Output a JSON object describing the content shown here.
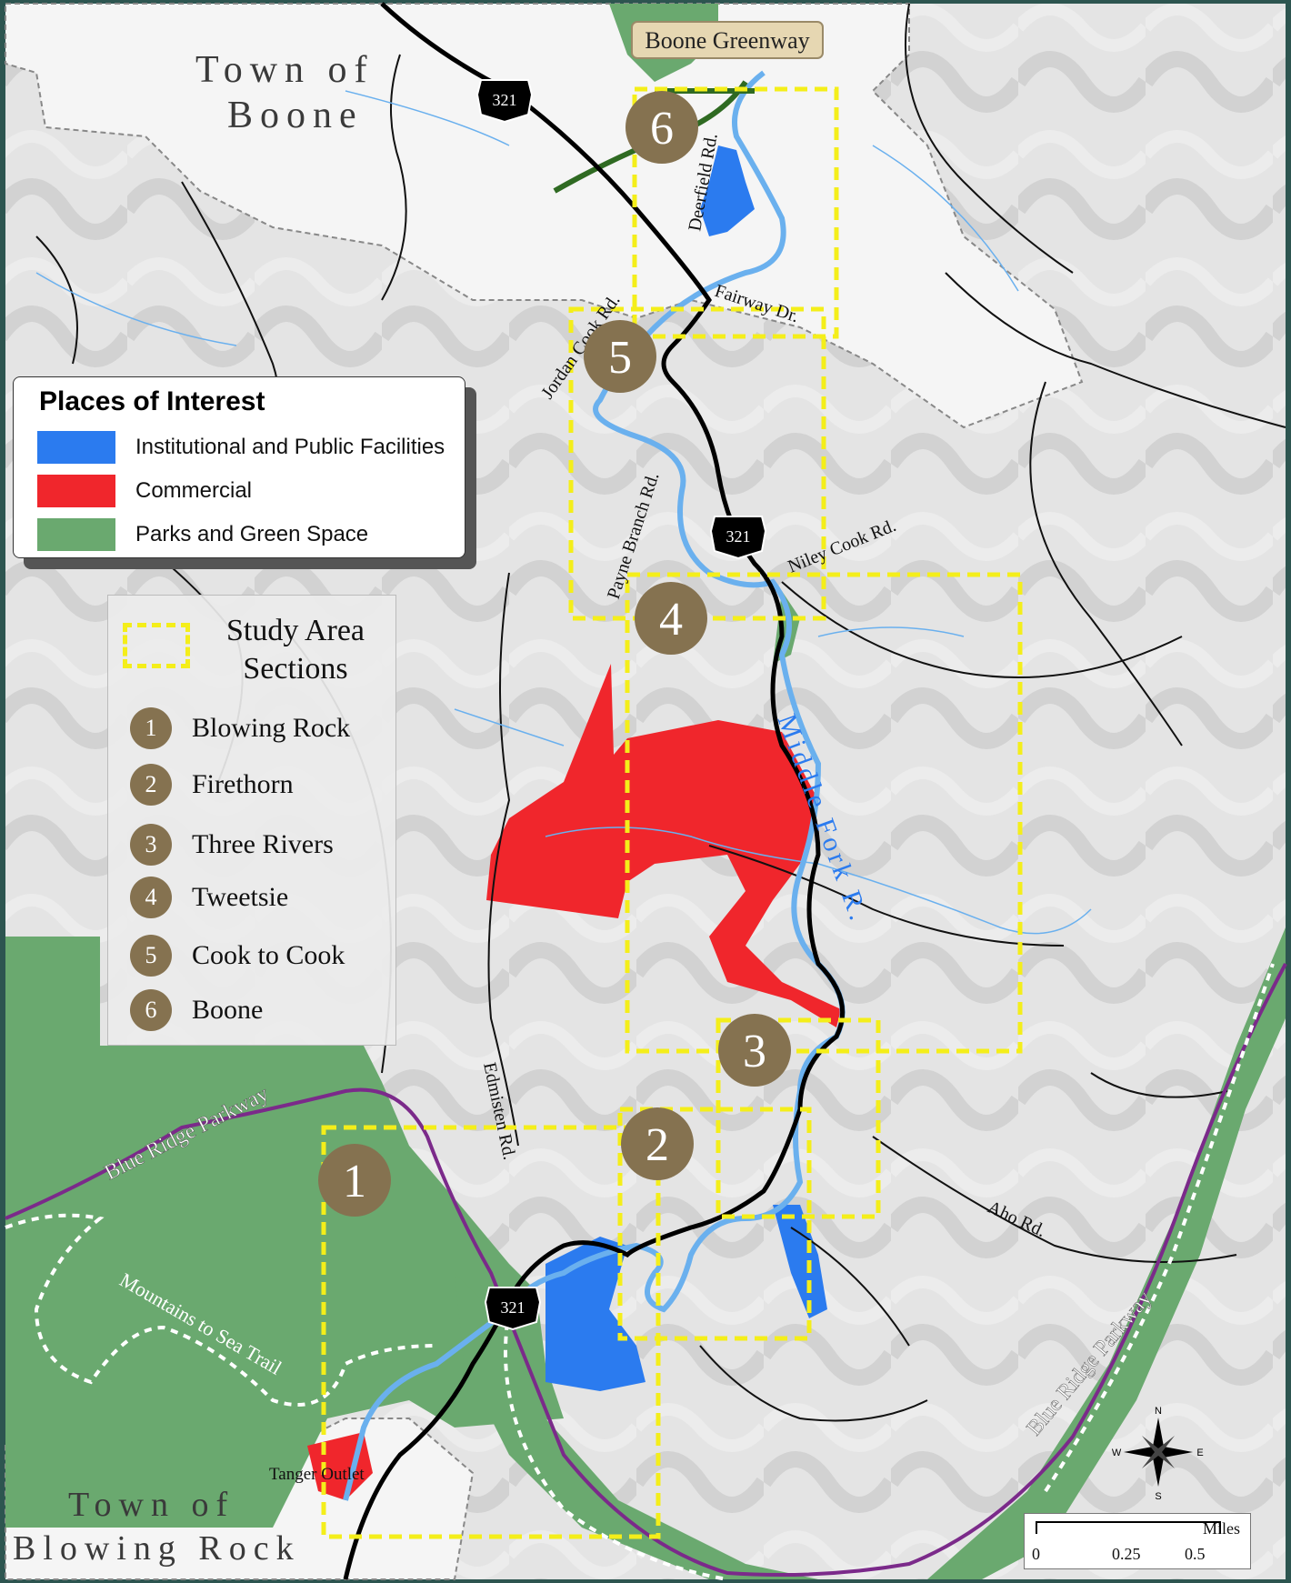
{
  "map": {
    "towns": {
      "boone_line1": "Town of",
      "boone_line2": "Boone",
      "blowing_line1": "Town of",
      "blowing_line2": "Blowing Rock"
    },
    "badges": {
      "greenway": "Boone Greenway"
    },
    "roads": {
      "deerfield": "Deerfield Rd.",
      "jordan_cook": "Jordan Cook Rd.",
      "fairway": "Fairway Dr.",
      "payne_branch": "Payne Branch Rd.",
      "niley_cook": "Niley Cook Rd.",
      "edmisten": "Edmisten Rd.",
      "aho": "Aho Rd."
    },
    "features": {
      "middle_fork": "Middle Fork R.",
      "blue_ridge_1": "Blue Ridge Parkway",
      "blue_ridge_2": "Blue Ridge Parkway",
      "mts_to_sea": "Mountains to Sea Trail",
      "tanger": "Tanger Outlet"
    },
    "shields": [
      "321",
      "321",
      "321"
    ],
    "markers": [
      "1",
      "2",
      "3",
      "4",
      "5",
      "6"
    ],
    "compass": {
      "n": "N",
      "s": "S",
      "e": "E",
      "w": "W"
    },
    "colors": {
      "institutional": "#2b7bef",
      "commercial": "#f0262c",
      "parks": "#6aa96f",
      "study_area": "#f4ee1a",
      "marker": "#857250",
      "river": "#6ab0ee",
      "parkway": "#7b2a8a"
    }
  },
  "legend_poi": {
    "title": "Places of Interest",
    "items": [
      {
        "label": "Institutional and Public Facilities",
        "color": "#2b7bef"
      },
      {
        "label": "Commercial",
        "color": "#f0262c"
      },
      {
        "label": "Parks and Green Space",
        "color": "#6aa96f"
      }
    ]
  },
  "legend_study": {
    "title_line1": "Study Area",
    "title_line2": "Sections",
    "items": [
      {
        "num": "1",
        "name": "Blowing Rock"
      },
      {
        "num": "2",
        "name": "Firethorn"
      },
      {
        "num": "3",
        "name": "Three Rivers"
      },
      {
        "num": "4",
        "name": "Tweetsie"
      },
      {
        "num": "5",
        "name": "Cook to Cook"
      },
      {
        "num": "6",
        "name": "Boone"
      }
    ]
  },
  "scale_bar": {
    "unit": "Miles",
    "ticks": [
      "0",
      "0.25",
      "0.5"
    ]
  }
}
